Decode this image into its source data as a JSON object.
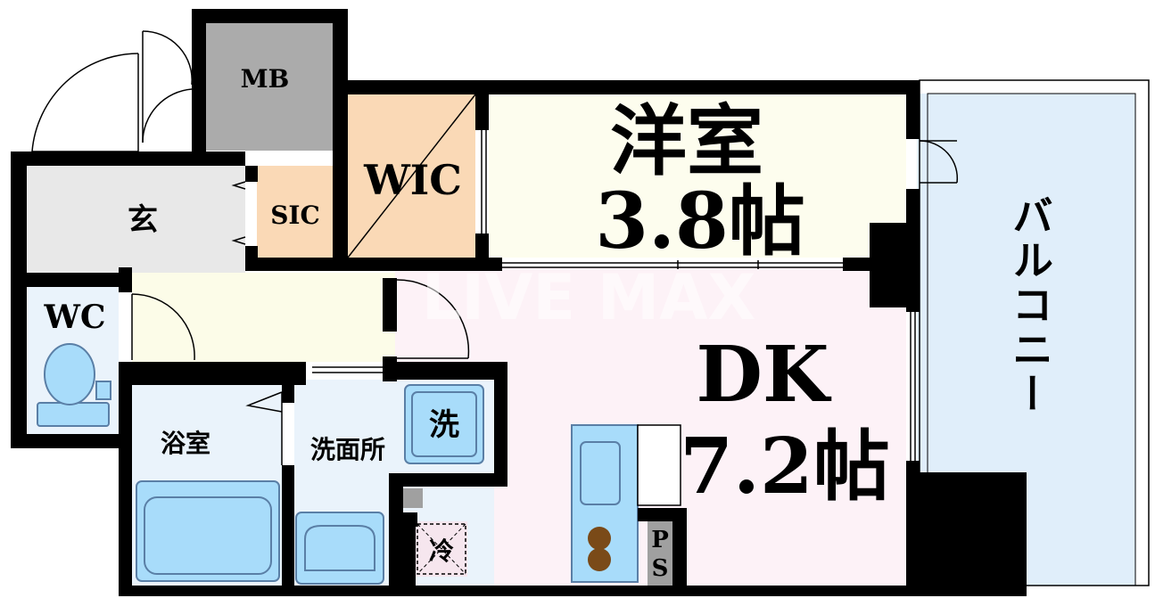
{
  "floor_plan": {
    "watermark": "LIVE MAX",
    "rooms": {
      "western_room": {
        "name": "洋室",
        "size": "3.8帖"
      },
      "dk": {
        "name": "DK",
        "size": "7.2帖"
      },
      "wic": "WIC",
      "mb": "MB",
      "sic": "SIC",
      "entrance": "玄",
      "wc": "WC",
      "bathroom": "浴室",
      "washroom": "洗面所",
      "washer": "洗",
      "fridge": "冷",
      "balcony": "バルコニー",
      "ps": [
        "P",
        "S"
      ]
    },
    "colors": {
      "wall": "#000000",
      "western_room": "#fdfdee",
      "dk": "#fdf2f7",
      "wic": "#fad9b6",
      "sic": "#fad9b6",
      "mb": "#ababab",
      "entrance": "#e8e8e8",
      "hall": "#fcfce8",
      "wet": "#eaf3fb",
      "fixture": "#a8dcfa",
      "fixture_stroke": "#5a7fa6",
      "balcony": "#e0eefa",
      "stove": "#7a4a18",
      "ps": "#a0a0a0"
    }
  }
}
